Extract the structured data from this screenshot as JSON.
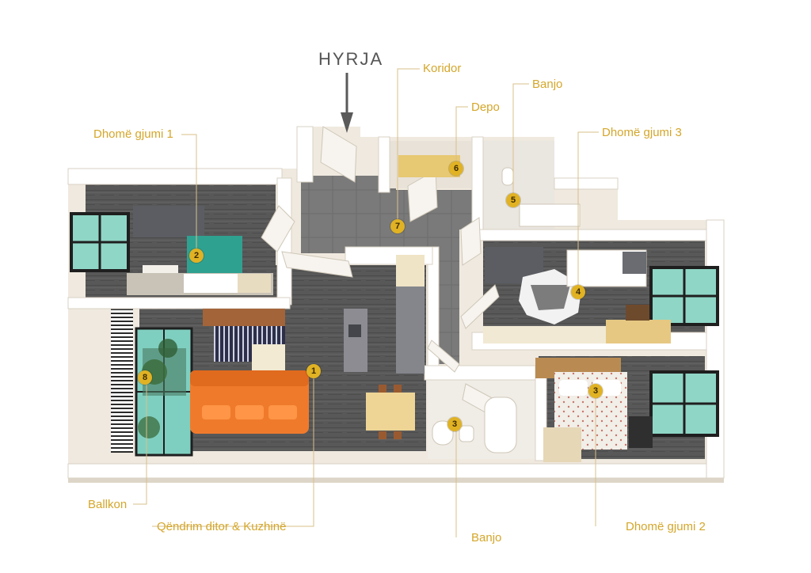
{
  "entrance": {
    "label": "HYRJA"
  },
  "rooms": [
    {
      "id": "koridor",
      "label": "Koridor"
    },
    {
      "id": "banjo-top",
      "label": "Banjo"
    },
    {
      "id": "depo",
      "label": "Depo"
    },
    {
      "id": "dhome1",
      "label": "Dhomë gjumi 1"
    },
    {
      "id": "dhome3",
      "label": "Dhomë gjumi 3"
    },
    {
      "id": "ballkon",
      "label": "Ballkon"
    },
    {
      "id": "qendrim",
      "label": "Qëndrim ditor & Kuzhinë"
    },
    {
      "id": "banjo-bottom",
      "label": "Banjo"
    },
    {
      "id": "dhome2",
      "label": "Dhomë gjumi 2"
    }
  ],
  "markers": [
    "1",
    "2",
    "3",
    "3",
    "4",
    "5",
    "6",
    "7",
    "8"
  ],
  "colors": {
    "label": "#d4a62a",
    "marker": "#e0b224",
    "wall": "#f4f0ea",
    "floor": "#5b5b5b",
    "leader": "#d9c08a"
  }
}
